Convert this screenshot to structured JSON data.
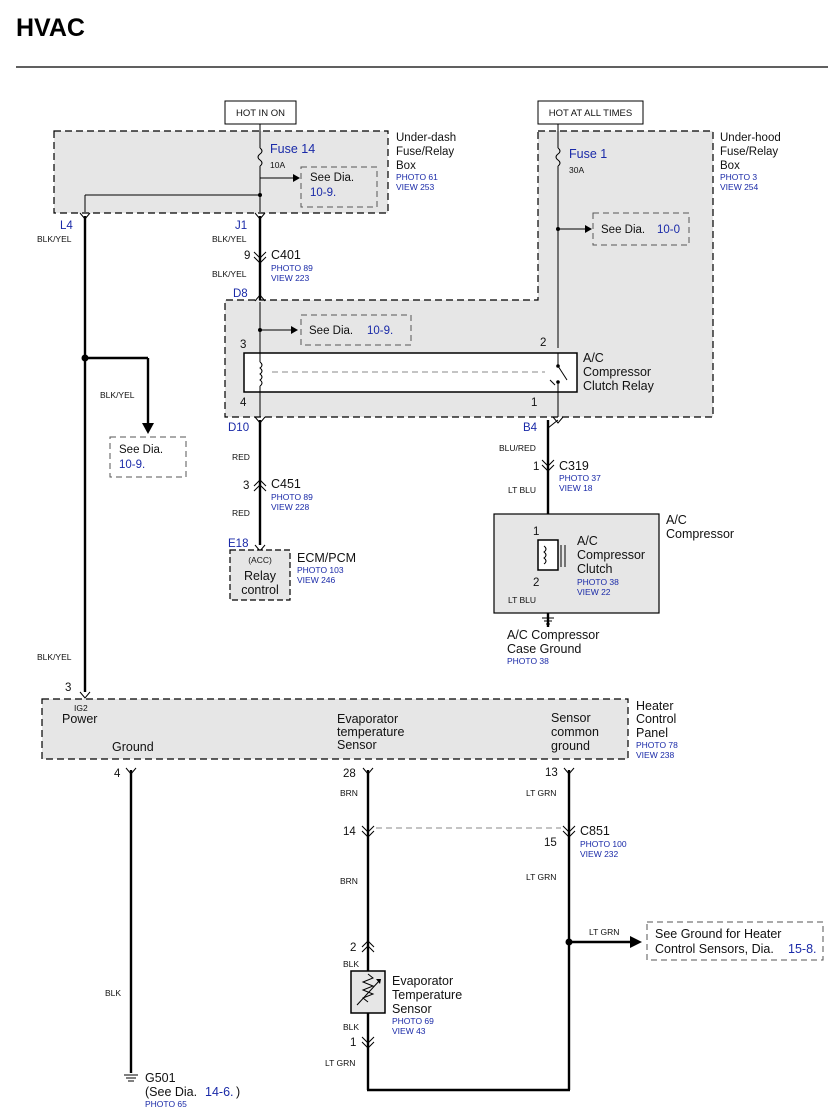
{
  "title": "HVAC",
  "hot_in_on": "HOT IN ON",
  "hot_at_all_times": "HOT AT ALL TIMES",
  "underdash": {
    "name": [
      "Under-dash",
      "Fuse/Relay",
      "Box"
    ],
    "photo": "PHOTO 61",
    "view": "VIEW 253",
    "fuse": "Fuse 14",
    "amps": "10A",
    "see_dia": "See Dia.",
    "see_dia_ref": "10-9."
  },
  "underhood": {
    "name": [
      "Under-hood",
      "Fuse/Relay",
      "Box"
    ],
    "photo": "PHOTO 3",
    "view": "VIEW 254",
    "fuse": "Fuse 1",
    "amps": "30A",
    "see_dia": "See Dia.",
    "see_dia_ref": "10-0"
  },
  "terminals": {
    "L4": "L4",
    "J1": "J1",
    "D8": "D8",
    "D10": "D10",
    "B4": "B4",
    "E18": "E18"
  },
  "wires": {
    "blk_yel": "BLK/YEL",
    "red": "RED",
    "blu_red": "BLU/RED",
    "lt_blu": "LT BLU",
    "brn": "BRN",
    "lt_grn": "LT GRN",
    "blk": "BLK"
  },
  "c401": {
    "name": "C401",
    "pin": "9",
    "photo": "PHOTO 89",
    "view": "VIEW 223"
  },
  "relay_box_see_dia": {
    "text": "See Dia.",
    "ref": "10-9."
  },
  "relay": {
    "name": [
      "A/C",
      "Compressor",
      "Clutch Relay"
    ],
    "pins": [
      "3",
      "2",
      "4",
      "1"
    ]
  },
  "left_see_dia": {
    "text": "See Dia.",
    "ref": "10-9."
  },
  "c451": {
    "name": "C451",
    "pin": "3",
    "photo": "PHOTO 89",
    "view": "VIEW 228"
  },
  "ecm": {
    "name": "ECM/PCM",
    "photo": "PHOTO 103",
    "view": "VIEW 246",
    "acc": "(ACC)",
    "label": [
      "Relay",
      "control"
    ]
  },
  "c319": {
    "name": "C319",
    "pin": "1",
    "photo": "PHOTO 37",
    "view": "VIEW 18"
  },
  "compressor": {
    "name": [
      "A/C",
      "Compressor"
    ],
    "clutch": [
      "A/C",
      "Compressor",
      "Clutch"
    ],
    "photo": "PHOTO 38",
    "view": "VIEW 22",
    "pins": [
      "1",
      "2"
    ]
  },
  "case_ground": {
    "name": [
      "A/C Compressor",
      "Case Ground"
    ],
    "photo": "PHOTO 38"
  },
  "heater_panel": {
    "name": [
      "Heater",
      "Control",
      "Panel"
    ],
    "photo": "PHOTO 78",
    "view": "VIEW 238",
    "ig2": "IG2",
    "power": "Power",
    "ground": "Ground",
    "evap": [
      "Evaporator",
      "temperature",
      "Sensor"
    ],
    "sensor_common": [
      "Sensor",
      "common",
      "ground"
    ],
    "pins": [
      "3",
      "4",
      "28",
      "13"
    ]
  },
  "c851": {
    "name": "C851",
    "pins": [
      "14",
      "15"
    ],
    "photo": "PHOTO 100",
    "view": "VIEW 232"
  },
  "evap_sensor": {
    "name": [
      "Evaporator",
      "Temperature",
      "Sensor"
    ],
    "photo": "PHOTO 69",
    "view": "VIEW 43",
    "pins": [
      "2",
      "1"
    ]
  },
  "ground_note": {
    "line1": "See Ground for Heater",
    "line2": "Control Sensors, Dia.",
    "ref": "15-8."
  },
  "g501": {
    "name": "G501",
    "see": "(See Dia.",
    "ref": "14-6.",
    "close": ")",
    "photo": "PHOTO 65"
  }
}
